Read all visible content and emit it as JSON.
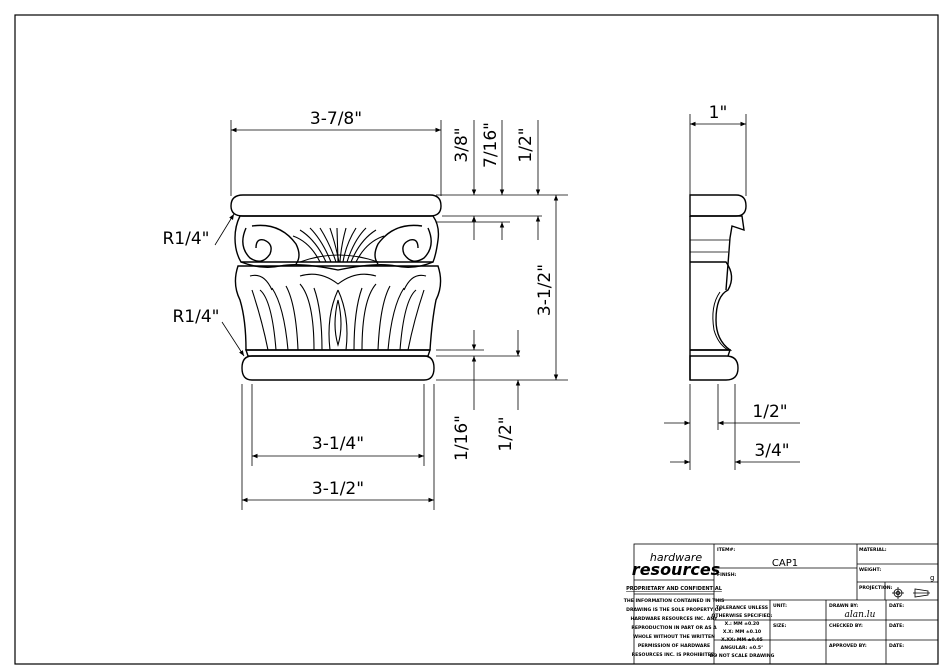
{
  "dimensions": {
    "front_top_width": "3-7/8\"",
    "top_3_8": "3/8\"",
    "top_7_16": "7/16\"",
    "top_1_2": "1/2\"",
    "height": "3-1/2\"",
    "radius_upper": "R1/4\"",
    "radius_lower": "R1/4\"",
    "bottom_1_16": "1/16\"",
    "bottom_1_2": "1/2\"",
    "base_inner_width": "3-1/4\"",
    "base_outer_width": "3-1/2\"",
    "side_depth": "1\"",
    "side_1_2": "1/2\"",
    "side_3_4": "3/4\""
  },
  "title_block": {
    "logo_top": "hardware",
    "logo_bottom": "resources",
    "proprietary_heading": "PROPRIETARY AND CONFIDENTIAL",
    "proprietary_lines": [
      "THE INFORMATION CONTAINED IN THIS",
      "DRAWING IS THE SOLE PROPERTY OF",
      "HARDWARE RESOURCES INC.  ANY",
      "REPRODUCTION IN PART OR AS A",
      "WHOLE  WITHOUT THE WRITTEN",
      "PERMISSION OF HARDWARE",
      "RESOURCES INC. IS PROHIBITED."
    ],
    "item_label": "ITEM#:",
    "item_value": "CAP1",
    "finish_label": "FINISH:",
    "material_label": "MATERIAL:",
    "weight_label": "WEIGHT:",
    "weight_value": "g",
    "projection_label": "PROJECTION:",
    "tolerance_lines": [
      "TOLERANCE UNLESS",
      "OTHERWISE SPECIFIED:",
      "X.:  MM    ±0.20",
      "X.X:  MM    ±0.10",
      "X.XX:  MM    ±0.05",
      "ANGULAR:    ±0.5°",
      "DO NOT SCALE DRAWING"
    ],
    "unit_label": "UNIT:",
    "size_label": "SIZE:",
    "drawn_by_label": "DRAWN BY:",
    "drawn_by_signature": "alan.lu",
    "checked_by_label": "CHECKED BY:",
    "approved_by_label": "APPROVED BY:",
    "date_label_1": "DATE:",
    "date_label_2": "DATE:",
    "date_label_3": "DATE:"
  }
}
